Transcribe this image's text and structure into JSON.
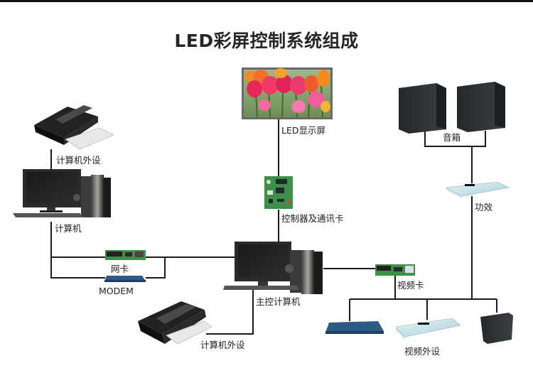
{
  "title": "LED彩屏控制系统组成",
  "colors": {
    "line": "#1a1a1a",
    "title": "#262626",
    "card_green": "#3f8f4a",
    "modem_blue": "#2e5a86",
    "speaker": "#2e3236",
    "screen_frame": "#5a5a5a"
  },
  "nodes": {
    "led_screen": {
      "label": "LED显示屏",
      "icon": "led-screen"
    },
    "controller": {
      "label": "控制器及通讯卡",
      "icon": "circuit-board"
    },
    "main_pc": {
      "label": "主控计算机",
      "icon": "desktop-computer"
    },
    "printer_bottom": {
      "label": "计算机外设",
      "icon": "printer"
    },
    "printer_top": {
      "label": "计算机外设",
      "icon": "printer"
    },
    "pc_left": {
      "label": "计算机",
      "icon": "desktop-computer"
    },
    "network_card": {
      "label": "网卡",
      "icon": "network-card"
    },
    "modem": {
      "label": "MODEM",
      "icon": "modem"
    },
    "speakers": {
      "label": "音箱",
      "icon": "speaker"
    },
    "amplifier": {
      "label": "功效",
      "icon": "amplifier"
    },
    "video_card": {
      "label": "视频卡",
      "icon": "video-card"
    },
    "video_peripherals": {
      "label": "视频外设",
      "icons": [
        "video-switcher",
        "video-console",
        "speaker-box"
      ]
    }
  }
}
